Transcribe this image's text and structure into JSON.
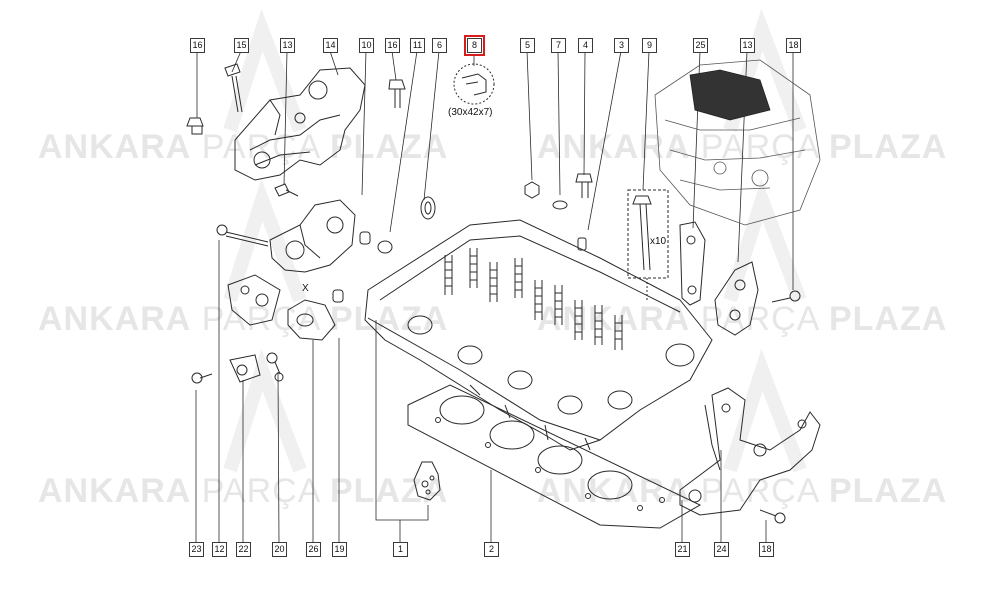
{
  "watermark": {
    "brand_left": "ANKARA",
    "brand_mid": "PARÇA",
    "brand_right": "PLAZA"
  },
  "callouts": [
    {
      "id": "c-16a",
      "num": "16"
    },
    {
      "id": "c-15",
      "num": "15"
    },
    {
      "id": "c-13a",
      "num": "13"
    },
    {
      "id": "c-14",
      "num": "14"
    },
    {
      "id": "c-10",
      "num": "10"
    },
    {
      "id": "c-16b",
      "num": "16"
    },
    {
      "id": "c-11",
      "num": "11"
    },
    {
      "id": "c-6",
      "num": "6"
    },
    {
      "id": "c-8",
      "num": "8",
      "highlighted": true
    },
    {
      "id": "c-5",
      "num": "5"
    },
    {
      "id": "c-7",
      "num": "7"
    },
    {
      "id": "c-4",
      "num": "4"
    },
    {
      "id": "c-3",
      "num": "3"
    },
    {
      "id": "c-9",
      "num": "9"
    },
    {
      "id": "c-25",
      "num": "25"
    },
    {
      "id": "c-13b",
      "num": "13"
    },
    {
      "id": "c-18a",
      "num": "18"
    },
    {
      "id": "c-23",
      "num": "23"
    },
    {
      "id": "c-12",
      "num": "12"
    },
    {
      "id": "c-22",
      "num": "22"
    },
    {
      "id": "c-20",
      "num": "20"
    },
    {
      "id": "c-26",
      "num": "26"
    },
    {
      "id": "c-19",
      "num": "19"
    },
    {
      "id": "c-1",
      "num": "1"
    },
    {
      "id": "c-2",
      "num": "2"
    },
    {
      "id": "c-21",
      "num": "21"
    },
    {
      "id": "c-24",
      "num": "24"
    },
    {
      "id": "c-18b",
      "num": "18"
    }
  ],
  "labels": {
    "seal_size": "(30x42x7)",
    "bolt_qty": "x10",
    "mark_x": "X"
  },
  "colors": {
    "line": "#2a2a2a",
    "highlight": "#d81c1c",
    "watermark": "#e6e6e6"
  }
}
